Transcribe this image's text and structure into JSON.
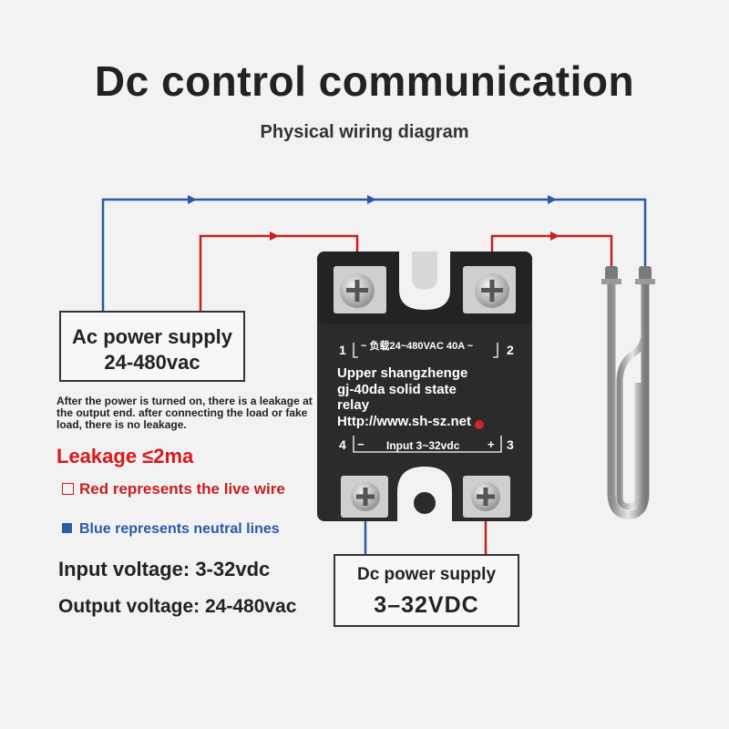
{
  "title": "Dc control communication",
  "subtitle": "Physical wiring diagram",
  "ac_supply": {
    "line1": "Ac power supply",
    "line2": "24-480vac"
  },
  "note": "After the power is turned on, there is a leakage at the output end. after connecting the load or fake load, there is no leakage.",
  "leakage": "Leakage ≤2ma",
  "legend": {
    "red": "Red represents the live wire",
    "blue": "Blue represents neutral lines"
  },
  "specs": {
    "input": "Input voltage: 3-32vdc",
    "output": "Output voltage: 24-480vac"
  },
  "dc_supply": {
    "line1": "Dc power supply",
    "line2": "3–32VDC"
  },
  "relay": {
    "load_label": "~ 负载24~480VAC   40A ~",
    "terminal_1": "1",
    "terminal_2": "2",
    "terminal_3": "3",
    "terminal_4": "4",
    "brand_line1": "Upper shangzhenge",
    "brand_line2": "gj-40da solid state",
    "brand_line3": "relay",
    "url": "Http://www.sh-sz.net",
    "input_label": "Input 3~32vdc",
    "minus": "−",
    "plus": "+"
  },
  "colors": {
    "live": "#c62020",
    "neutral": "#2a5aa8",
    "relay_body": "#2b2b2b"
  }
}
